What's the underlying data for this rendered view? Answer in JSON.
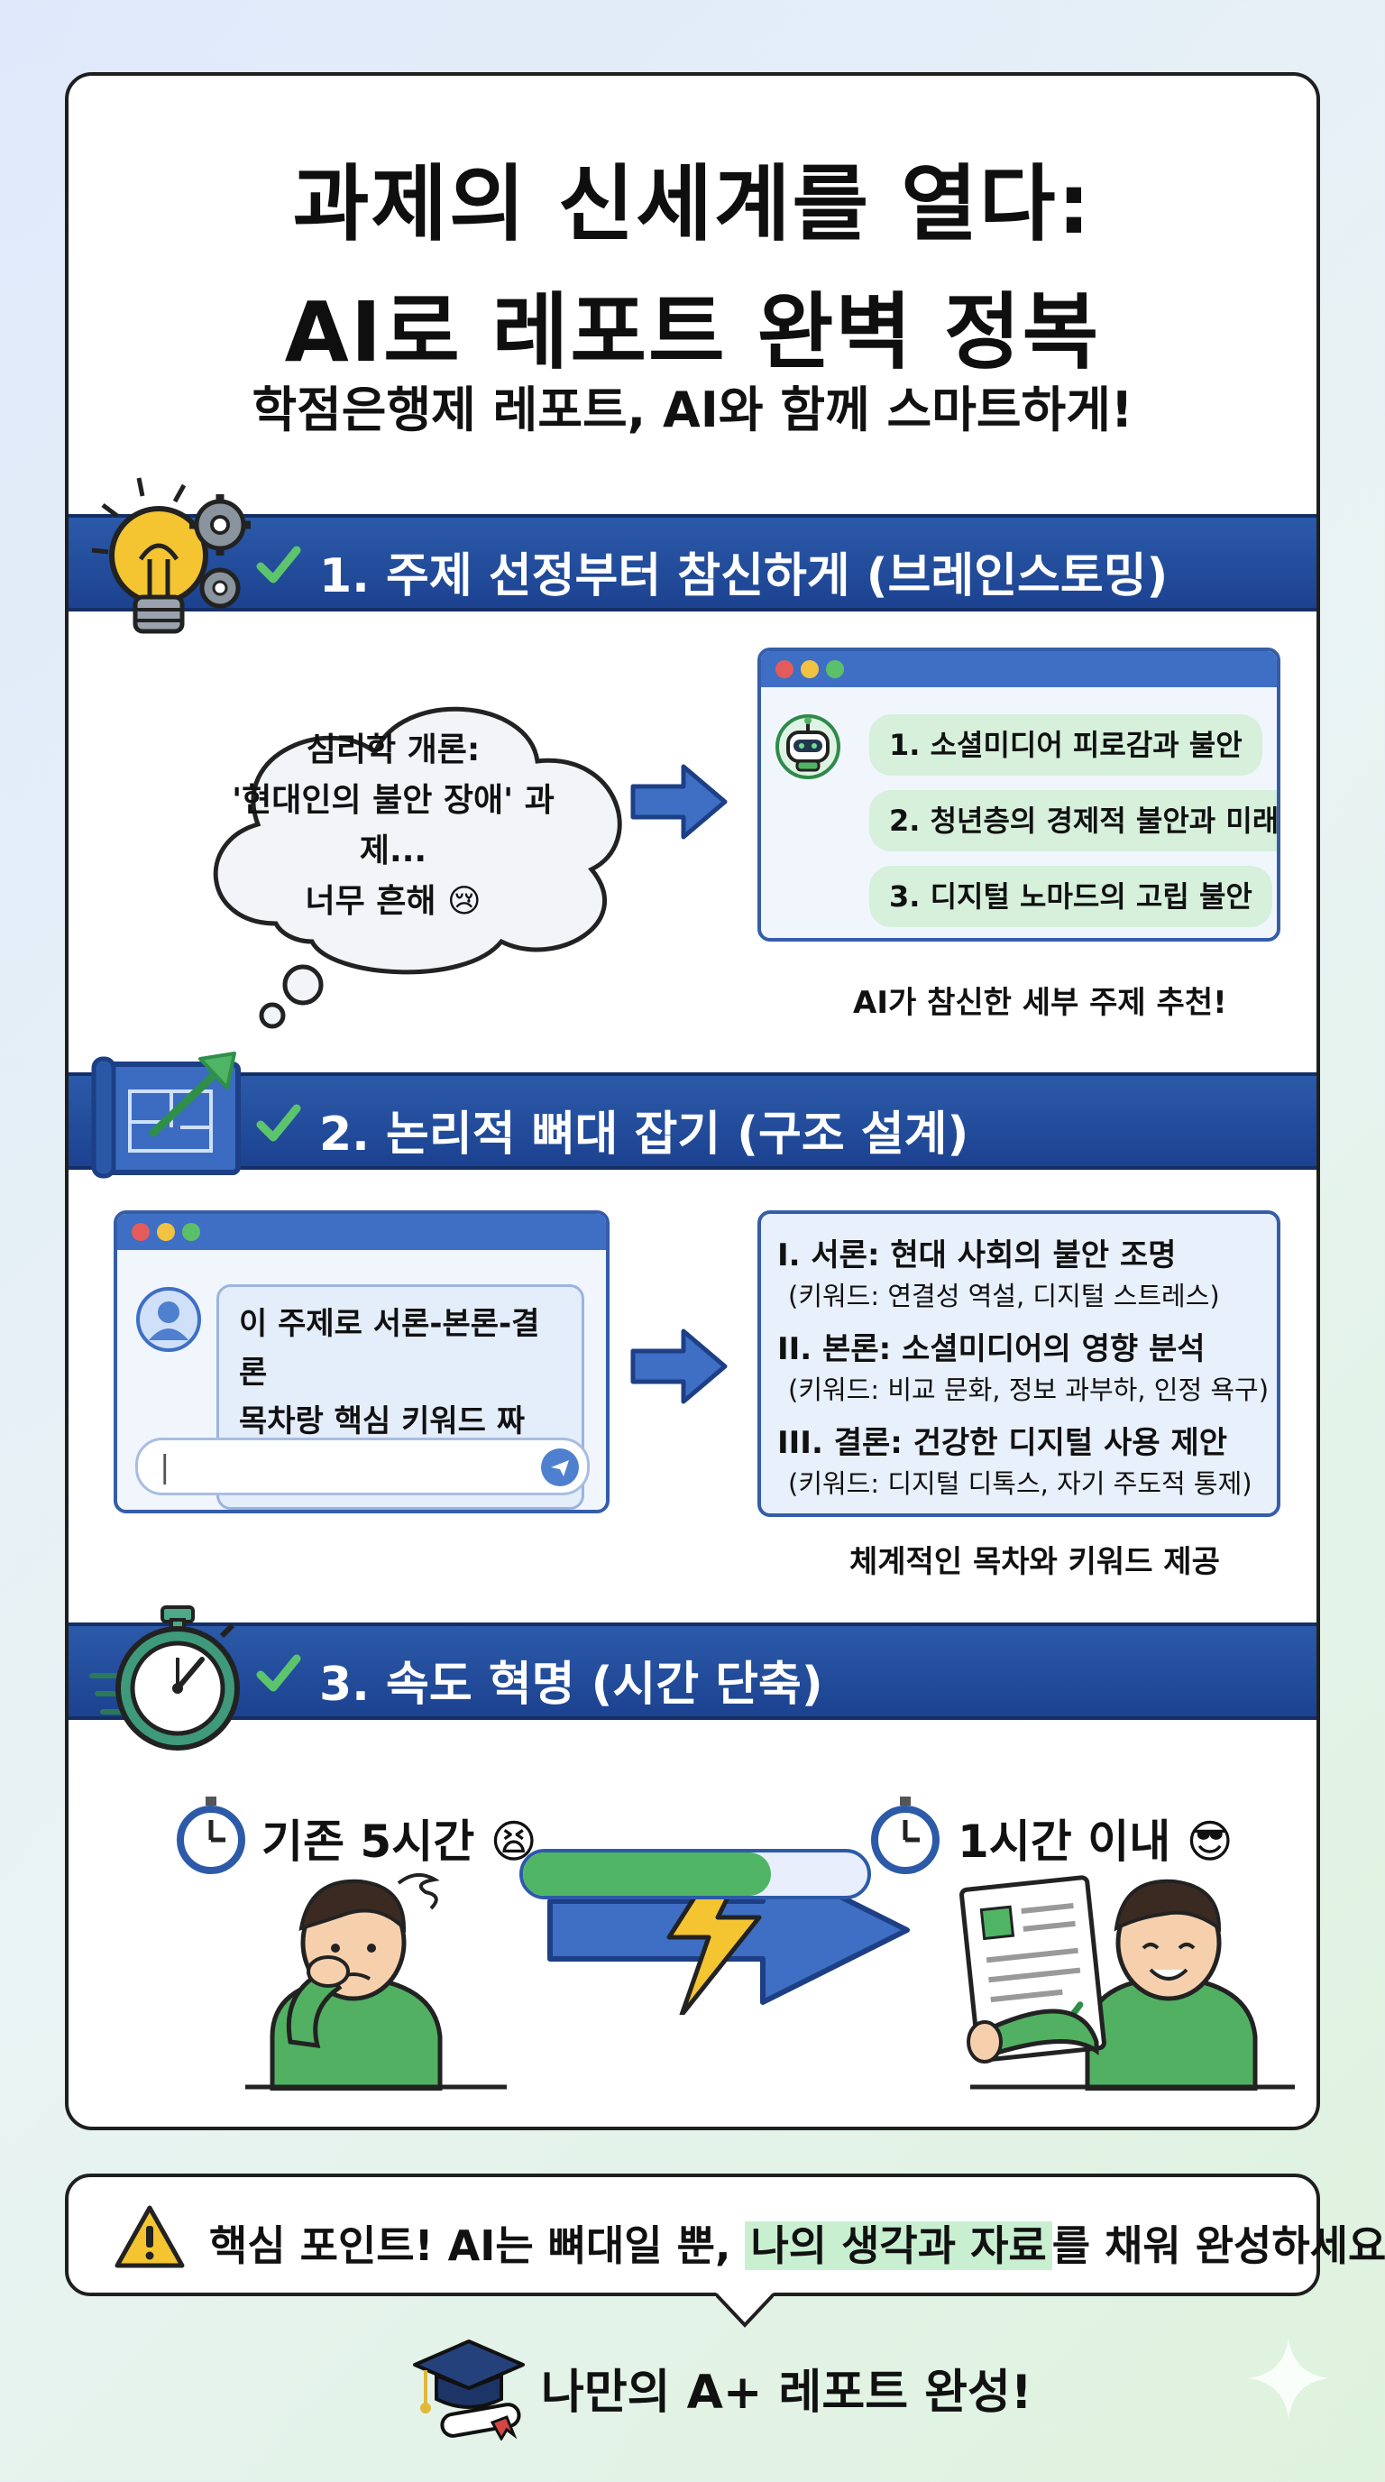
{
  "header": {
    "title_line1": "과제의 신세계를 열다:",
    "title_line2": "AI로 레포트 완벽 정복",
    "subtitle": "학점은행제 레포트, AI와 함께 스마트하게!"
  },
  "section1": {
    "heading": "1. 주제 선정부터 참신하게 (브레인스토밍)",
    "thought_lines": [
      "심리학 개론:",
      "'현대인의 불안 장애' 과제...",
      "너무 흔해 😢"
    ],
    "suggestions": [
      "1. 소셜미디어 피로감과 불안",
      "2. 청년층의 경제적 불안과 미래",
      "3. 디지털 노마드의 고립 불안"
    ],
    "caption": "AI가 참신한 세부 주제 추천!"
  },
  "section2": {
    "heading": "2. 논리적 뼈대 잡기 (구조 설계)",
    "prompt_lines": [
      "이 주제로 서론-본론-결론",
      "목차랑 핵심 키워드 짜줘!"
    ],
    "input_value": "|",
    "outline": [
      {
        "heading": "I. 서론: 현대 사회의 불안 조명",
        "keywords": "(키워드: 연결성 역설, 디지털 스트레스)"
      },
      {
        "heading": "II. 본론: 소셜미디어의 영향 분석",
        "keywords": "(키워드: 비교 문화, 정보 과부하, 인정 욕구)"
      },
      {
        "heading": "III. 결론: 건강한 디지털 사용 제안",
        "keywords": "(키워드: 디지털 디톡스, 자기 주도적 통제)"
      }
    ],
    "caption": "체계적인 목차와 키워드 제공"
  },
  "section3": {
    "heading": "3. 속도 혁명 (시간 단축)",
    "before_label": "기존 5시간 😫",
    "after_label": "1시간 이내 😎",
    "progress_fraction": 0.72
  },
  "tip": {
    "prefix": "핵심 포인트! AI는 뼈대일 뿐, ",
    "highlight": "나의 생각과 자료",
    "suffix": "를 채워 완성하세요!"
  },
  "final_text": "나만의 A+ 레포트 완성!",
  "colors": {
    "banner_blue": "#1f4a98",
    "accent_green": "#4fb565",
    "pill_green": "#d6f0dc",
    "check_green": "#5cc56b"
  }
}
